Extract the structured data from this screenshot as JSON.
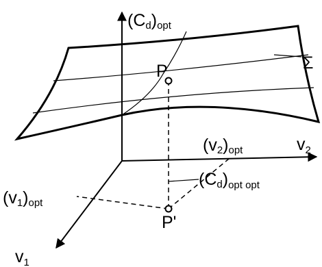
{
  "labels": {
    "z_axis": {
      "base": "(C",
      "sub": "d",
      "rest": ")",
      "sub2": "opt"
    },
    "v2_axis": {
      "base": "v",
      "sub": "2"
    },
    "v1_axis": {
      "base": "v",
      "sub": "1"
    },
    "point_P": "P",
    "point_P_prime": "P'",
    "surface": "Σ",
    "v2_opt": {
      "base": "(v",
      "sub": "2",
      "rest": ")",
      "sub2": "opt"
    },
    "v1_opt": {
      "base": "(v",
      "sub": "1",
      "rest": ")",
      "sub2": "opt"
    },
    "cd_opt_opt": {
      "base": "(C",
      "sub": "d",
      "rest": ")",
      "sub2": "opt opt"
    }
  }
}
